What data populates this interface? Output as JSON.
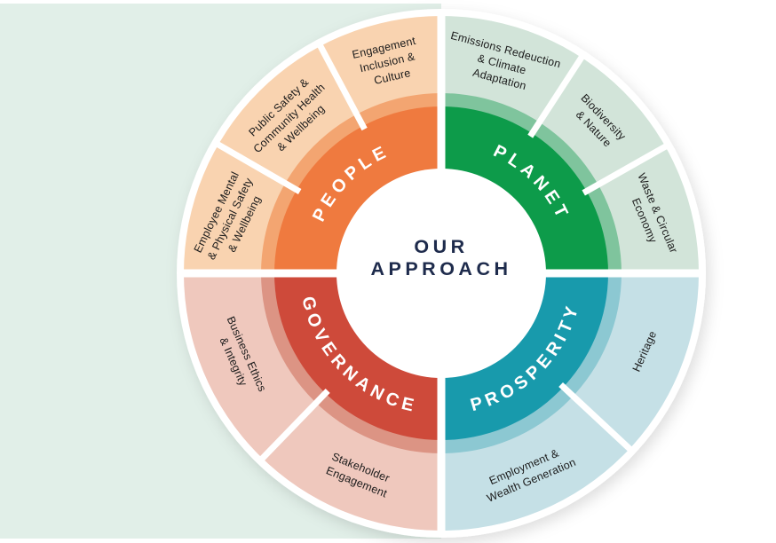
{
  "page": {
    "background_panel_color": "#E1EFE8"
  },
  "center": {
    "line1": "OUR",
    "line2": "APPROACH",
    "text_color": "#1E2B4C"
  },
  "wheel": {
    "quadrants": [
      {
        "id": "people",
        "title": "PEOPLE",
        "core_color": "#EF7A3F",
        "band_color": "#F3A571",
        "outer_color": "#F9D3B0",
        "segments": [
          {
            "lines": [
              "Employee Mental",
              "& Physical Safety",
              "& Wellbeing"
            ]
          },
          {
            "lines": [
              "Public Safety &",
              "Community Health",
              "& Wellbeing"
            ]
          },
          {
            "lines": [
              "Engagement",
              "Inclusion &",
              "Culture"
            ]
          }
        ]
      },
      {
        "id": "planet",
        "title": "PLANET",
        "core_color": "#0D9B4A",
        "band_color": "#7FC49D",
        "outer_color": "#D2E4D9",
        "segments": [
          {
            "lines": [
              "Emissions Redeuction",
              "& Climate",
              "Adaptation"
            ]
          },
          {
            "lines": [
              "Biodiversity",
              "& Nature"
            ]
          },
          {
            "lines": [
              "Waste & Circular",
              "Economy"
            ]
          }
        ]
      },
      {
        "id": "governance",
        "title": "GOVERNANCE",
        "core_color": "#CE4A3A",
        "band_color": "#DC9484",
        "outer_color": "#EFC8BD",
        "segments": [
          {
            "lines": [
              "Business Ethics",
              "& Integrity"
            ]
          },
          {
            "lines": [
              "Stakeholder",
              "Engagement"
            ]
          }
        ]
      },
      {
        "id": "prosperity",
        "title": "PROSPERITY",
        "core_color": "#189AAC",
        "band_color": "#8CC8D2",
        "outer_color": "#C5E0E6",
        "segments": [
          {
            "lines": [
              "Heritage"
            ]
          },
          {
            "lines": [
              "Employment &",
              "Wealth Generation"
            ]
          }
        ]
      }
    ]
  }
}
